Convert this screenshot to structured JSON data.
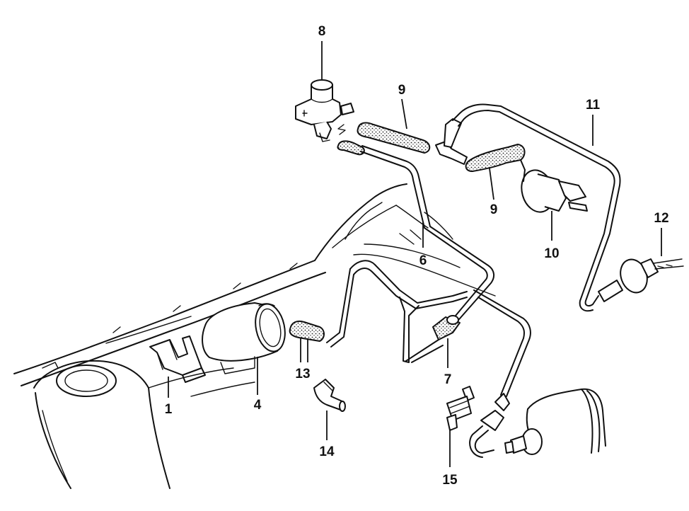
{
  "callouts": [
    {
      "id": "1",
      "label": "1"
    },
    {
      "id": "4",
      "label": "4"
    },
    {
      "id": "6",
      "label": "6"
    },
    {
      "id": "7",
      "label": "7"
    },
    {
      "id": "8",
      "label": "8"
    },
    {
      "id": "9a",
      "label": "9"
    },
    {
      "id": "9b",
      "label": "9"
    },
    {
      "id": "10",
      "label": "10"
    },
    {
      "id": "11",
      "label": "11"
    },
    {
      "id": "12",
      "label": "12"
    },
    {
      "id": "13",
      "label": "13"
    },
    {
      "id": "14",
      "label": "14"
    },
    {
      "id": "15",
      "label": "15"
    }
  ],
  "colors": {
    "line": "#111111",
    "background": "#ffffff"
  }
}
